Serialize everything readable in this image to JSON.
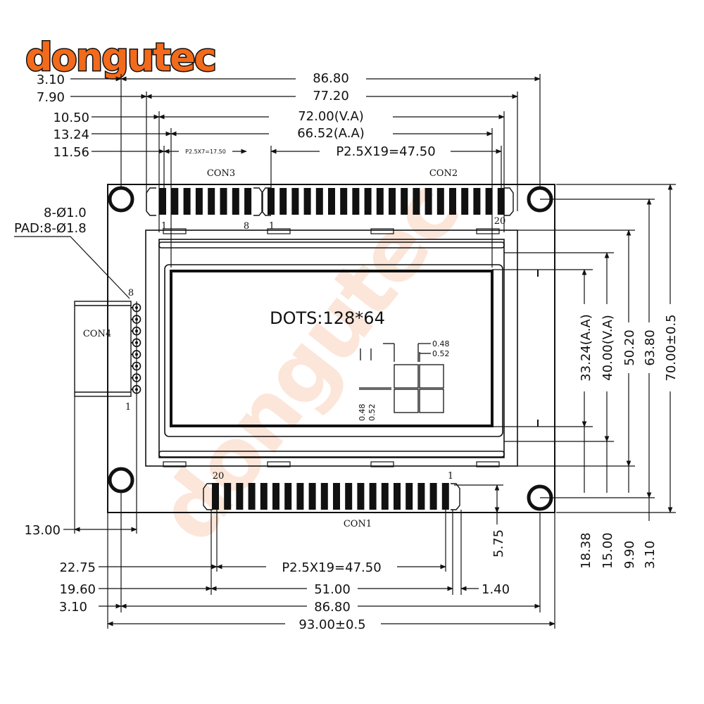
{
  "brand": {
    "logo_text": "dongutec",
    "logo_color": "#f26a1b",
    "watermark_text": "dongutec"
  },
  "top_dims": {
    "left_labels": [
      "3.10",
      "7.90",
      "10.50",
      "13.24",
      "11.56"
    ],
    "overall": "86.80",
    "outline": "77.20",
    "view_area": "72.00(V.A)",
    "active_area": "66.52(A.A)",
    "con3_pitch": "P2.5X7=17.50",
    "con2_pitch": "P2.5X19=47.50"
  },
  "connectors": {
    "con1": "CON1",
    "con2": "CON2",
    "con3": "CON3",
    "con4": "CON4"
  },
  "pins": {
    "con3_start": "1",
    "con3_end": "8",
    "con2_start": "1",
    "con2_end": "20",
    "con1_start": "20",
    "con1_end": "1",
    "con4_top": "8",
    "con4_bottom": "1"
  },
  "holes_note": {
    "holes": "8-Ø1.0",
    "pad": "PAD:8-Ø1.8"
  },
  "display": {
    "dots": "DOTS:128*64",
    "dot_size_h1": "0.48",
    "dot_size_h2": "0.52",
    "dot_size_v1": "0.48",
    "dot_size_v2": "0.52"
  },
  "right_dims": [
    "33.24(A.A)",
    "40.00(V.A)",
    "50.20",
    "63.80",
    "70.00±0.5"
  ],
  "right_bottom_dims": [
    "18.38",
    "15.00",
    "9.90",
    "3.10"
  ],
  "con1_height": "5.75",
  "left_side_dim": "13.00",
  "bottom_dims": {
    "left_labels": [
      "22.75",
      "19.60",
      "3.10"
    ],
    "con1_pitch": "P2.5X19=47.50",
    "con1_span": "51.00",
    "offset": "1.40",
    "hole_span": "86.80",
    "overall": "93.00±0.5"
  }
}
